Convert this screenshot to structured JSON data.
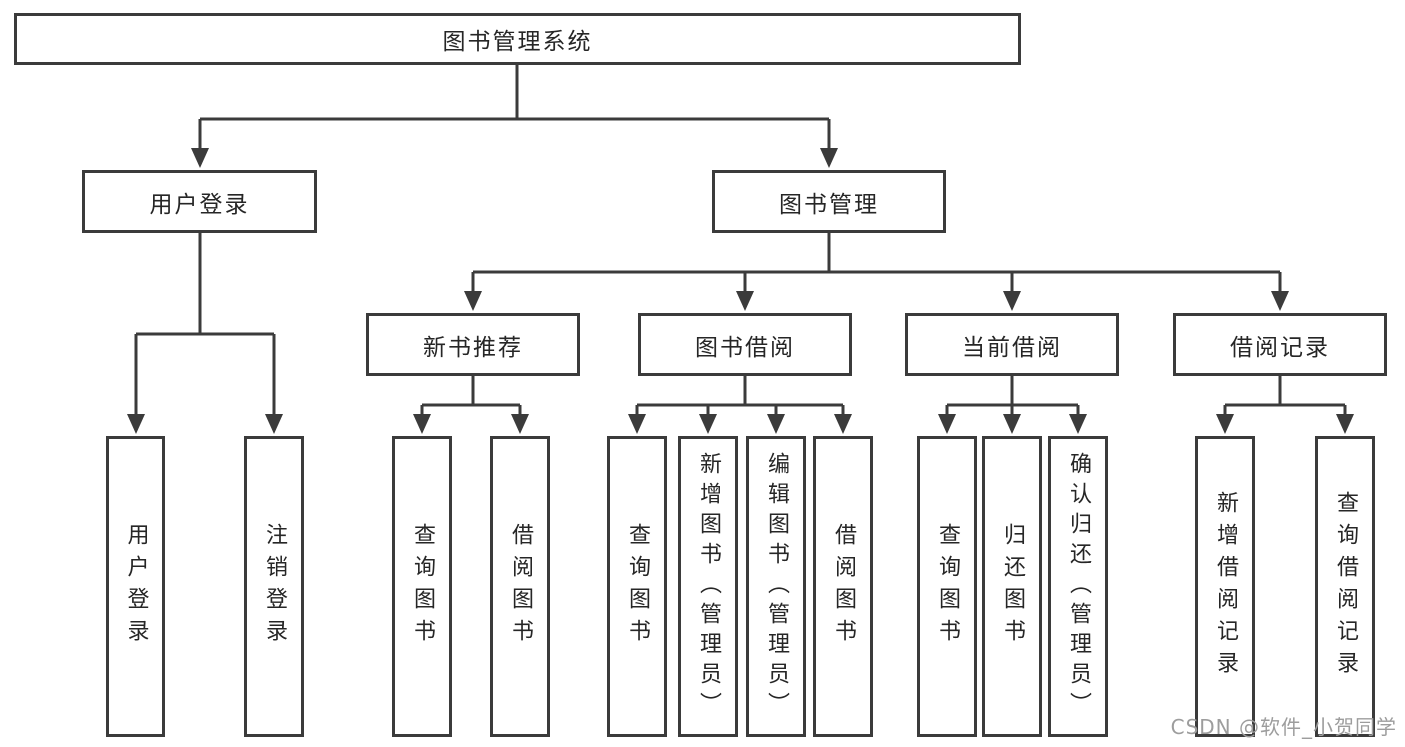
{
  "diagram": {
    "watermark": "CSDN @软件_小贺同学",
    "colors": {
      "line": "#3b3b3b",
      "box_border": "#3b3b3b",
      "text": "#262626",
      "watermark": "#9d9d9d",
      "background": "#ffffff"
    },
    "tree": {
      "label": "图书管理系统",
      "children": [
        {
          "label": "用户登录",
          "children": [
            {
              "label": "用户登录"
            },
            {
              "label": "注销登录"
            }
          ]
        },
        {
          "label": "图书管理",
          "children": [
            {
              "label": "新书推荐",
              "children": [
                {
                  "label": "查询图书"
                },
                {
                  "label": "借阅图书"
                }
              ]
            },
            {
              "label": "图书借阅",
              "children": [
                {
                  "label": "查询图书"
                },
                {
                  "label": "新增图书（管理员）"
                },
                {
                  "label": "编辑图书（管理员）"
                },
                {
                  "label": "借阅图书"
                }
              ]
            },
            {
              "label": "当前借阅",
              "children": [
                {
                  "label": "查询图书"
                },
                {
                  "label": "归还图书"
                },
                {
                  "label": "确认归还（管理员）"
                }
              ]
            },
            {
              "label": "借阅记录",
              "children": [
                {
                  "label": "新增借阅记录"
                },
                {
                  "label": "查询借阅记录"
                }
              ]
            }
          ]
        }
      ]
    }
  }
}
